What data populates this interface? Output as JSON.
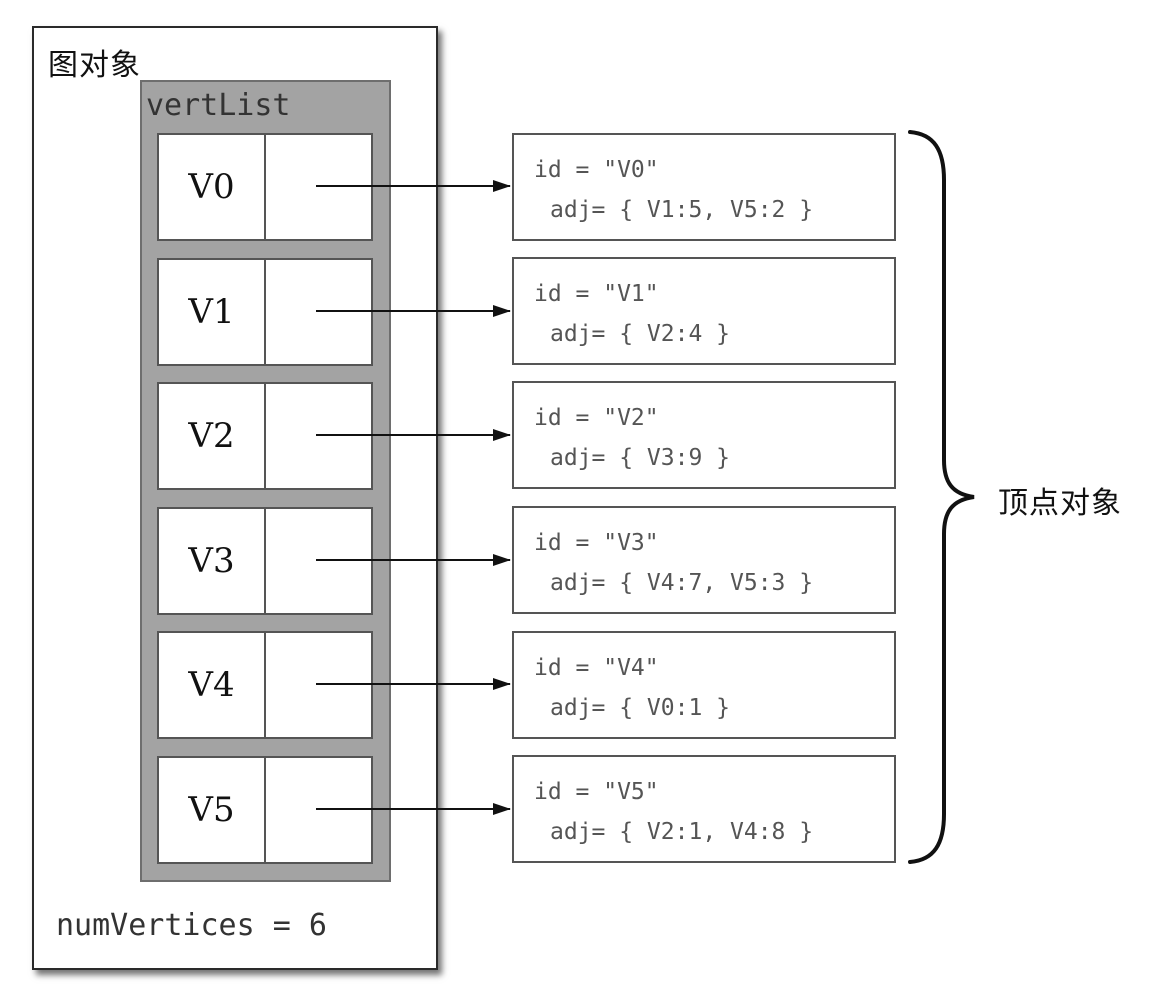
{
  "graph_object": {
    "title": "图对象",
    "vert_list_label": "vertList",
    "num_vertices_text": "numVertices = 6"
  },
  "vert_list": [
    {
      "key": "V0"
    },
    {
      "key": "V1"
    },
    {
      "key": "V2"
    },
    {
      "key": "V3"
    },
    {
      "key": "V4"
    },
    {
      "key": "V5"
    }
  ],
  "vertices": [
    {
      "id_text": "id = \"V0\"",
      "adj_text": "adj= { V1:5, V5:2 }"
    },
    {
      "id_text": "id = \"V1\"",
      "adj_text": "adj= { V2:4 }"
    },
    {
      "id_text": "id = \"V2\"",
      "adj_text": "adj= { V3:9 }"
    },
    {
      "id_text": "id = \"V3\"",
      "adj_text": "adj= { V4:7, V5:3 }"
    },
    {
      "id_text": "id = \"V4\"",
      "adj_text": "adj= { V0:1 }"
    },
    {
      "id_text": "id = \"V5\"",
      "adj_text": "adj= { V2:1, V4:8 }"
    }
  ],
  "vertex_objects_label": "顶点对象"
}
